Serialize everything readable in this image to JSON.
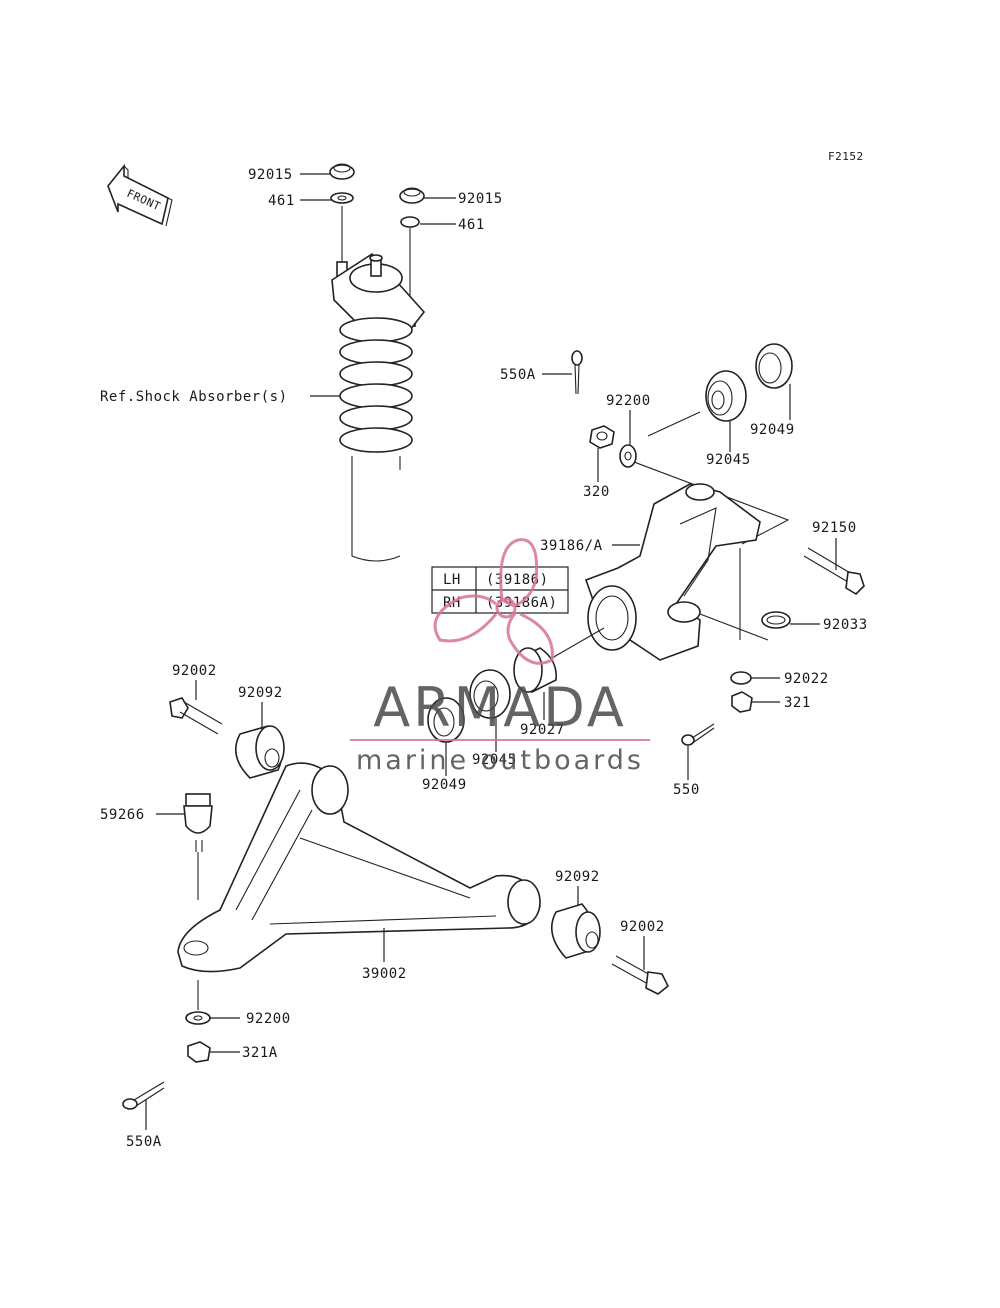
{
  "figure_code": "F2152",
  "front_arrow": "FRONT",
  "callouts": {
    "c92015a": "92015",
    "c461a": "461",
    "c92015b": "92015",
    "c461b": "461",
    "shock": "Ref.Shock Absorber(s)",
    "c550a_top": "550A",
    "c92200_top": "92200",
    "c92049_top": "92049",
    "c92045_top": "92045",
    "c320": "320",
    "c39186a": "39186/A",
    "c92150": "92150",
    "c92033": "92033",
    "c92022": "92022",
    "c321": "321",
    "c550": "550",
    "c92027": "92027",
    "c92045_mid": "92045",
    "c92049_mid": "92049",
    "c92002_top": "92002",
    "c92092_top": "92092",
    "c59266": "59266",
    "c92092_right": "92092",
    "c92002_right": "92002",
    "c39002": "39002",
    "c92200_bottom": "92200",
    "c321a": "321A",
    "c550a_bottom": "550A"
  },
  "side_table": {
    "rows": [
      {
        "side": "LH",
        "part": "(39186)"
      },
      {
        "side": "RH",
        "part": "(39186A)"
      }
    ]
  },
  "watermark": {
    "brand": "ARMADA",
    "tagline": "marine outboards",
    "accent_color": "#d8739a",
    "text_color": "#4a4a4a"
  }
}
